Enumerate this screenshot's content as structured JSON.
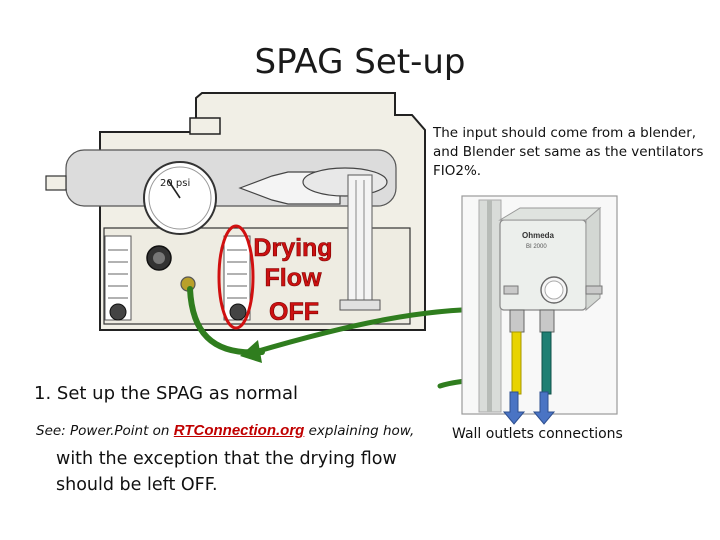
{
  "title": "SPAG Set-up",
  "device": {
    "gauge_label": "20 psi",
    "drying_label_line1": "Drying",
    "drying_label_line2": "Flow",
    "drying_label_line3": "OFF"
  },
  "blender_note": "The input should come from a blender, and Blender set same as the ventilators FIO2%.",
  "blender": {
    "brand": "Ohmeda",
    "model": "BI 2000"
  },
  "step1": "1.  Set up the SPAG as normal",
  "see": {
    "prefix": "See: Power.Point on ",
    "link": "RTConnection.org",
    "suffix": " explaining how,"
  },
  "exception": "with the exception that the drying flow should be left OFF.",
  "wall_outlets": "Wall outlets connections",
  "colors": {
    "drying_red": "#cc1111",
    "hose_green": "#2f7d1e",
    "arrow_blue": "#4a74c4",
    "yellow_tube": "#e8d300",
    "teal_tube": "#1e7f73"
  }
}
